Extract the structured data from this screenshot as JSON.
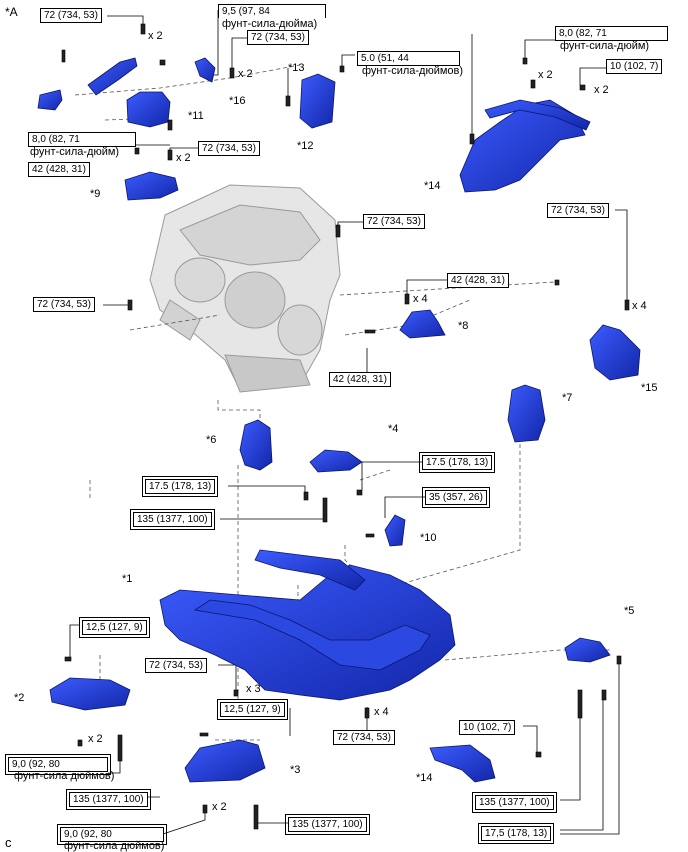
{
  "view_label": "*A",
  "corner_mark": "c",
  "parts": {
    "p1": "*1",
    "p2": "*2",
    "p3": "*3",
    "p4": "*4",
    "p5": "*5",
    "p6": "*6",
    "p7": "*7",
    "p8": "*8",
    "p9": "*9",
    "p10": "*10",
    "p11": "*11",
    "p12": "*12",
    "p13": "*13",
    "p14a": "*14",
    "p14b": "*14",
    "p15": "*15",
    "p16": "*16"
  },
  "qty": {
    "x2": "x 2",
    "x3": "x 3",
    "x4": "x 4"
  },
  "torques": {
    "t72": "72 (734, 53)",
    "t42": "42 (428, 31)",
    "t95_1": "9,5 (97, 84",
    "t95_2": "фунт-сила-дюйма)",
    "t50_1": "5.0 (51, 44",
    "t50_2": "фунт-сила-дюймов)",
    "t80_1": "8,0 (82, 71",
    "t80_2": "фунт-сила-дюйм)",
    "t10": "10 (102, 7)",
    "t175": "17.5 (178, 13)",
    "t175c": "17,5 (178, 13)",
    "t135": "135 (1377, 100)",
    "t35": "35 (357, 26)",
    "t125": "12,5 (127, 9)",
    "t90_1": "9,0 (92, 80",
    "t90_2": "фунт-сила дюймов)"
  },
  "colors": {
    "part_blue": "#1f3fd8",
    "outline": "#000000",
    "engine_gray": "#cfcfcf"
  }
}
